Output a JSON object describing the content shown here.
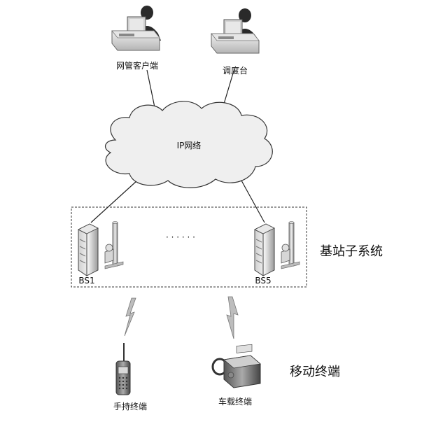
{
  "nodes": {
    "nms_client": "网管客户端",
    "dispatch_console": "调度台",
    "ip_network": "IP网络",
    "bs_first": "BS1",
    "bs_last": "BS5",
    "ellipsis": "· · · · · ·",
    "handheld_terminal": "手持终端",
    "vehicle_terminal": "车载终端"
  },
  "groups": {
    "base_station_subsystem": "基站子系统",
    "mobile_terminals": "移动终端"
  },
  "icons": [
    "operator-workstation-icon",
    "cloud-icon",
    "server-rack-icon",
    "antenna-mast-icon",
    "lightning-signal-icon",
    "handheld-radio-icon",
    "vehicle-radio-icon"
  ]
}
